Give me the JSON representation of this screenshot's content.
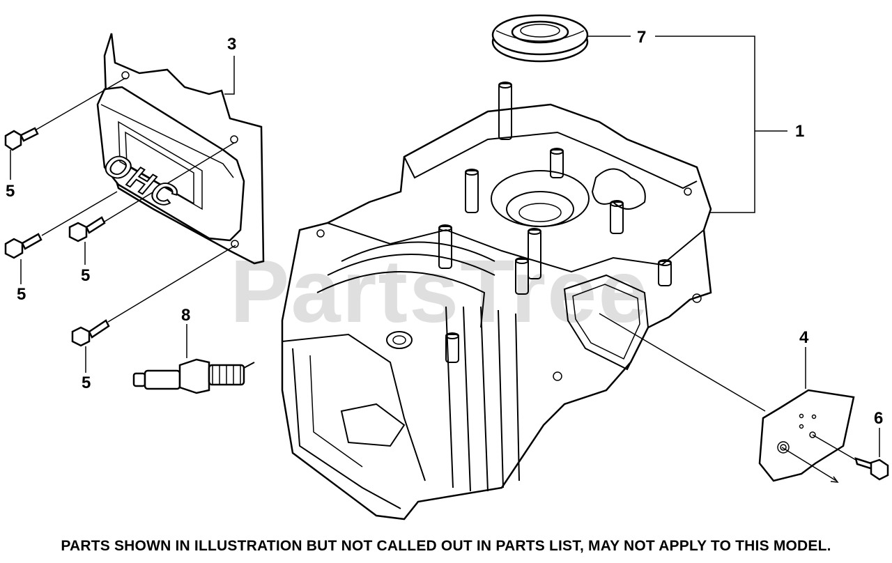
{
  "callouts": {
    "c1": "1",
    "c3": "3",
    "c4": "4",
    "c5a": "5",
    "c5b": "5",
    "c5c": "5",
    "c5d": "5",
    "c6": "6",
    "c7": "7",
    "c8": "8"
  },
  "valve_cover_text": "OHC",
  "watermark": "PartsTree",
  "footer_note": "PARTS SHOWN IN ILLUSTRATION BUT NOT CALLED OUT IN PARTS LIST, MAY NOT APPLY TO THIS MODEL."
}
